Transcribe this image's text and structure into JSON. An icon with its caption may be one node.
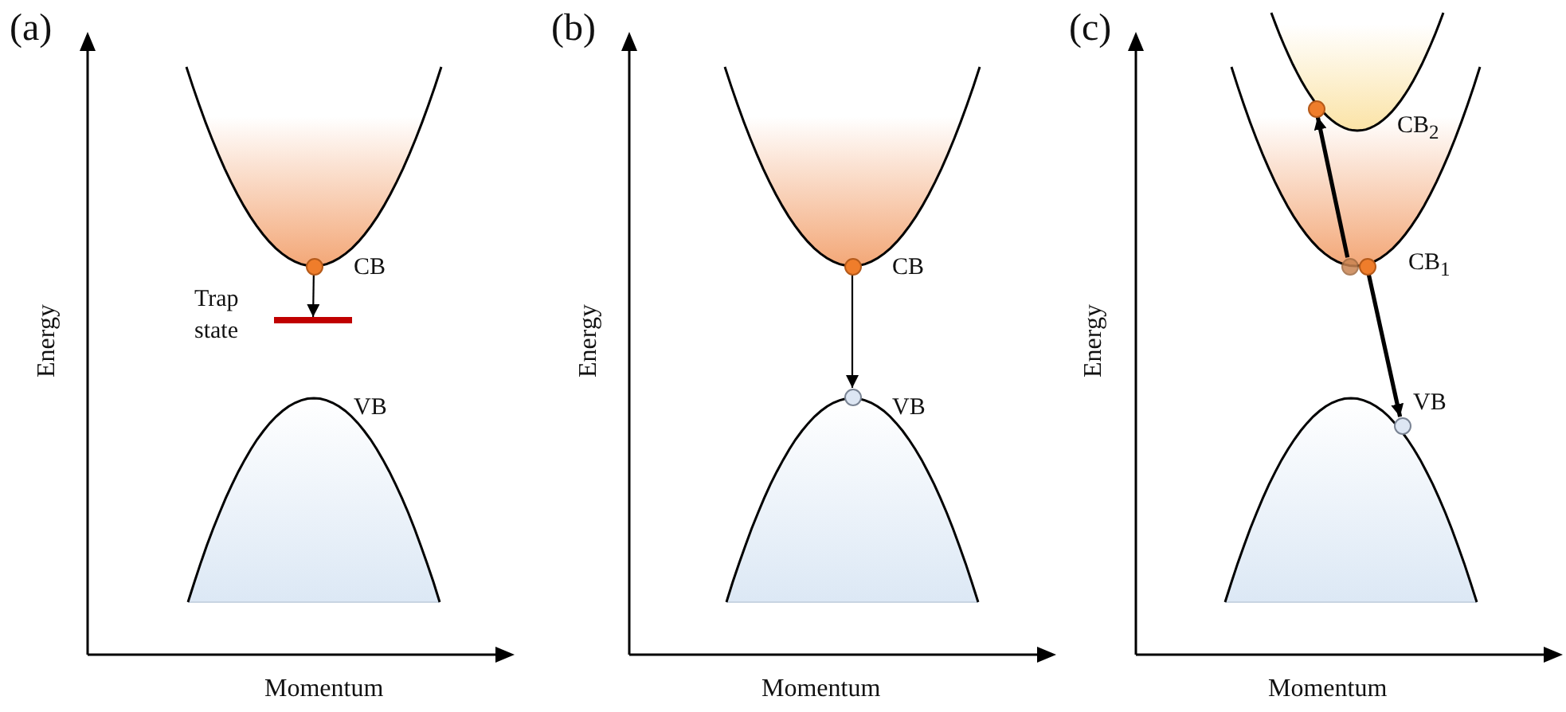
{
  "diagram": {
    "nodes": [
      {
        "text": [],
        "shape": "circle"
      },
      {
        "text": [],
        "shape": "bar",
        "beside": [
          "Trap state"
        ]
      },
      {
        "text": [],
        "shape": "circle"
      },
      {
        "text": [],
        "shape": "circle"
      },
      {
        "text": [],
        "shape": "circle"
      },
      {
        "text": [],
        "shape": "circle"
      },
      {
        "text": [],
        "shape": "circle"
      },
      {
        "text": [],
        "shape": "circle"
      }
    ],
    "edges": [
      {
        "from": 0,
        "to": 1,
        "arrow": "to"
      },
      {
        "from": 2,
        "to": 3,
        "arrow": "to"
      },
      {
        "from": 4,
        "to": 6,
        "arrow": "to",
        "style": "thick"
      },
      {
        "from": 5,
        "to": 7,
        "arrow": "to",
        "style": "thick"
      }
    ],
    "labels": [
      "(a)",
      "Energy",
      "Momentum",
      "CB",
      "VB",
      "(b)",
      "Energy",
      "Momentum",
      "CB",
      "VB",
      "(c)",
      "Energy",
      "Momentum",
      "CB$_{2}$",
      "CB$_{1}$",
      "VB"
    ]
  }
}
